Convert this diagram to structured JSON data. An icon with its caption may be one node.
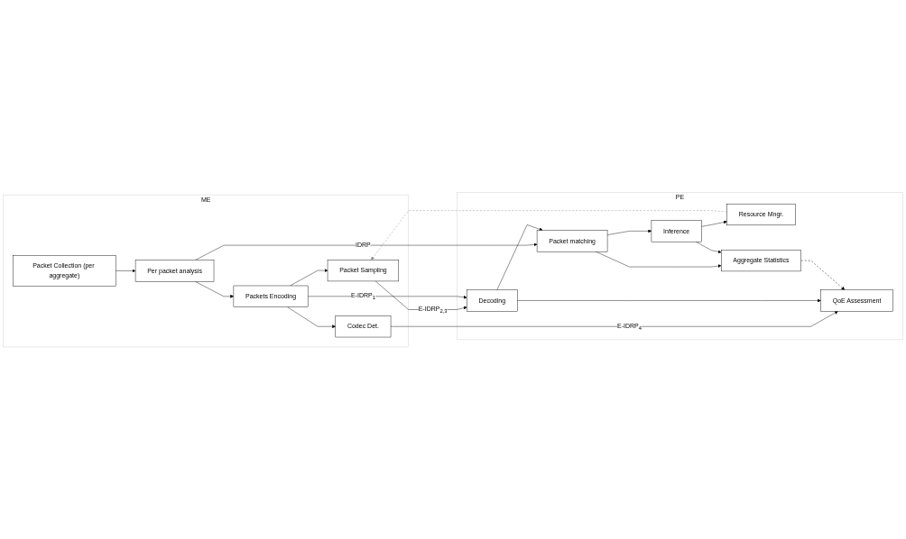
{
  "diagram": {
    "nodes": [
      {
        "text": [
          "ME"
        ]
      },
      {
        "text": [
          "Codec Det."
        ],
        "in": 0
      },
      {
        "text": [
          "Packet Sampling"
        ],
        "in": 0
      },
      {
        "text": [
          "Packets Encoding"
        ],
        "in": 0
      },
      {
        "text": [
          "Per packet analysis"
        ],
        "in": 0
      },
      {
        "text": [
          "Packet Collection (per aggregate)"
        ],
        "in": 0
      },
      {
        "text": [
          "PE"
        ]
      },
      {
        "text": [
          "QoE Assessment"
        ],
        "in": 6
      },
      {
        "text": [
          "Decoding"
        ],
        "in": 6
      },
      {
        "text": [
          "Resource Mngr."
        ],
        "in": 6
      },
      {
        "text": [
          "Packet matching"
        ],
        "in": 6
      },
      {
        "text": [
          "Inference"
        ],
        "in": 6
      },
      {
        "text": [
          "Aggregate Statistics"
        ],
        "in": 6
      }
    ],
    "edges": [
      {
        "from": 1,
        "to": 7,
        "arrow": "to",
        "label": "E-IDRP$_{4}$"
      },
      {
        "from": 2,
        "to": 8,
        "arrow": "to",
        "label": "E-IDRP$_{2,3}$"
      },
      {
        "from": 3,
        "to": 8,
        "arrow": "to",
        "label": "E-IDRP$_{1}$"
      },
      {
        "from": 3,
        "to": 1,
        "arrow": "to"
      },
      {
        "from": 3,
        "to": 2,
        "arrow": "to"
      },
      {
        "from": 4,
        "to": 3,
        "arrow": "to"
      },
      {
        "from": 5,
        "to": 4,
        "arrow": "to"
      },
      {
        "from": 4,
        "to": 10,
        "arrow": "to",
        "label": "IDRP"
      },
      {
        "from": 8,
        "to": 7,
        "arrow": "to"
      },
      {
        "from": 8,
        "to": 10,
        "arrow": "to"
      },
      {
        "from": 10,
        "to": 11,
        "arrow": "to"
      },
      {
        "from": 10,
        "to": 12,
        "arrow": "to"
      },
      {
        "from": 11,
        "to": 12,
        "arrow": "to"
      },
      {
        "from": 11,
        "to": 9,
        "arrow": "to"
      },
      {
        "from": 12,
        "to": 7,
        "arrow": "to",
        "style": "dashed"
      },
      {
        "from": 9,
        "to": 2,
        "arrow": "to",
        "style": "dashed",
        "color": "#888888"
      }
    ]
  }
}
